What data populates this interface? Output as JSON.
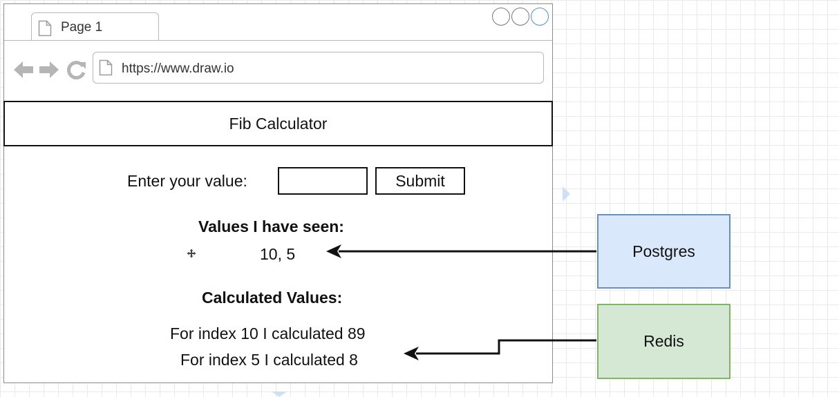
{
  "browser": {
    "tab_label": "Page 1",
    "url": "https://www.draw.io"
  },
  "app": {
    "title": "Fib Calculator",
    "input_label": "Enter your value:",
    "input_value": "",
    "submit_label": "Submit",
    "seen_heading": "Values I have seen:",
    "seen_values": "10, 5",
    "calculated_heading": "Calculated Values:",
    "calculated_lines": [
      "For index 10 I calculated 89",
      "For index 5 I calculated 8"
    ]
  },
  "stores": {
    "postgres": {
      "label": "Postgres",
      "fill": "#dae8fc",
      "stroke": "#6c8ebf"
    },
    "redis": {
      "label": "Redis",
      "fill": "#d5e8d4",
      "stroke": "#82b366"
    }
  },
  "icons": {
    "tab": "page-icon",
    "back": "back-arrow-icon",
    "forward": "forward-arrow-icon",
    "reload": "reload-icon",
    "url": "page-icon",
    "move": "move-icon"
  }
}
